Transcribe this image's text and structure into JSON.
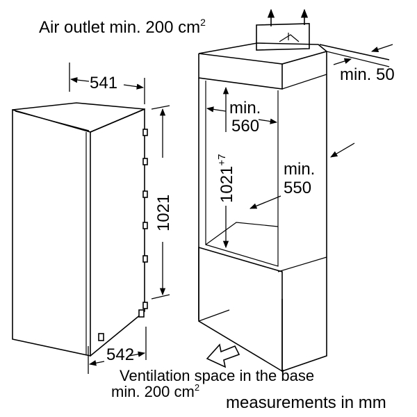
{
  "labels": {
    "air_outlet": "Air outlet min. 200 cm",
    "air_outlet_sup": "2",
    "min_50": "min. 50",
    "width_top": "541",
    "width_bottom": "542",
    "height_appliance": "1021",
    "niche_height": "1021",
    "niche_height_sup": "+7",
    "niche_width_min": "min.",
    "niche_width": "560",
    "niche_depth_min": "min.",
    "niche_depth": "550",
    "vent_line1": "Ventilation space in the base",
    "vent_line2": "min. 200 cm",
    "vent_line2_sup": "2",
    "units": "measurements in mm"
  }
}
